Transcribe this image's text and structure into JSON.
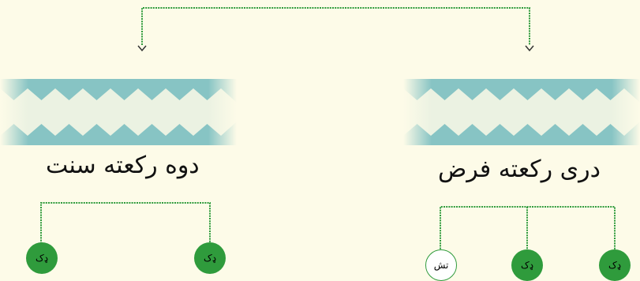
{
  "groups": [
    {
      "title": "دوه رکعته سنت",
      "nodes": [
        {
          "label": "ډک",
          "style": "filled"
        },
        {
          "label": "ډک",
          "style": "filled"
        }
      ]
    },
    {
      "title": "دری رکعته فرض",
      "nodes": [
        {
          "label": "تش",
          "style": "open"
        },
        {
          "label": "ډک",
          "style": "filled"
        },
        {
          "label": "ډک",
          "style": "filled"
        }
      ]
    }
  ],
  "colors": {
    "line": "#2f9b3c",
    "node_fill": "#2f9b3c",
    "band": "#5fb1b8",
    "background": "#fdfbe8"
  }
}
